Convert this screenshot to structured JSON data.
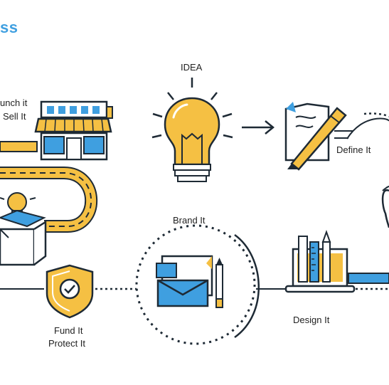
{
  "title_fragment": "ss",
  "labels": {
    "launch_line1": "unch it",
    "launch_line2": "Sell It",
    "idea": "IDEA",
    "define": "Define It",
    "brand": "Brand It",
    "fund_line1": "Fund It",
    "fund_line2": "Protect It",
    "design": "Design It"
  },
  "colors": {
    "accent_blue": "#3f9fe0",
    "accent_yellow": "#f5c043",
    "outline": "#1e2a35",
    "text": "#222222"
  },
  "icons": [
    "storefront-icon",
    "lightbulb-icon",
    "document-pen-icon",
    "box-bulb-icon",
    "shield-check-icon",
    "envelope-pencil-icon",
    "laptop-rulers-icon",
    "apple-icon"
  ]
}
